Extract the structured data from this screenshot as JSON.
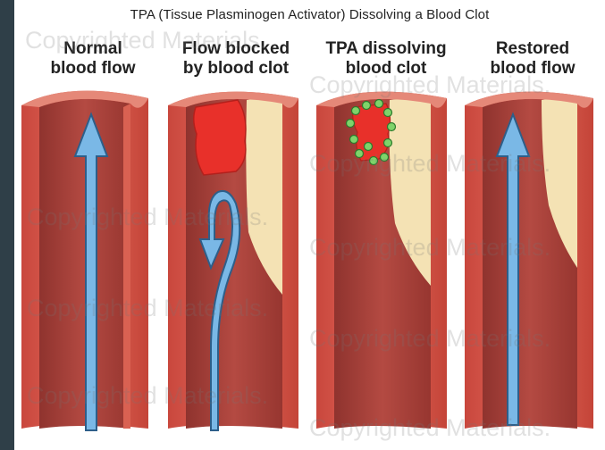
{
  "title": "TPA (Tissue Plasminogen Activator) Dissolving a Blood Clot",
  "panels": [
    {
      "line1": "Normal",
      "line2": "blood flow"
    },
    {
      "line1": "Flow blocked",
      "line2": "by blood clot"
    },
    {
      "line1": "TPA dissolving",
      "line2": "blood clot"
    },
    {
      "line1": "Restored",
      "line2": "blood flow"
    }
  ],
  "watermark": "Copyrighted Materials.",
  "colors": {
    "vessel_wall": "#d9584c",
    "vessel_inner": "#a8403a",
    "plaque": "#f4e2b4",
    "clot": "#e8302a",
    "tpa": "#7fd36a",
    "arrow": "#7ab8e6",
    "arrow_outline": "#2d5f8a"
  }
}
